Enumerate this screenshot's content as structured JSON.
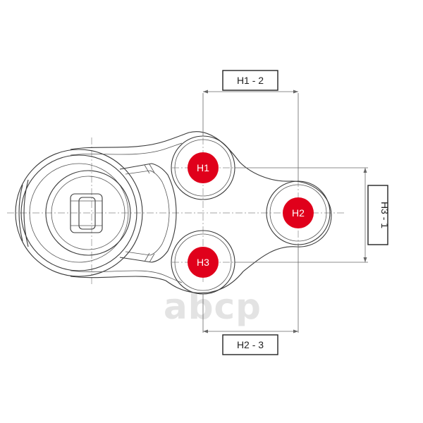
{
  "holes": {
    "h1": "H1",
    "h2": "H2",
    "h3": "H3"
  },
  "dimensions": {
    "h1_h2": "H1 - 2",
    "h2_h3": "H2 - 3",
    "h3_h1": "H3 - 1"
  },
  "watermark": "abcp",
  "colors": {
    "hole_marker": "#e0001b",
    "line": "#3a3a3a",
    "watermark": "#e3e3e3"
  }
}
